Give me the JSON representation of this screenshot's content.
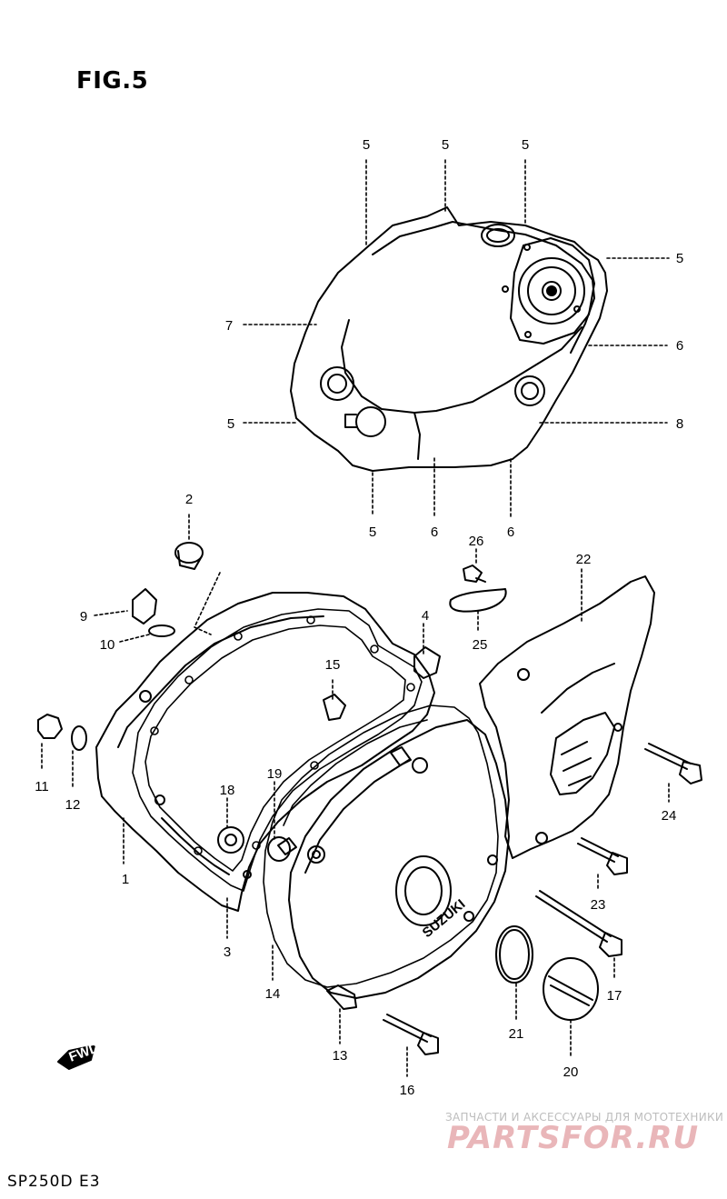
{
  "figure": {
    "title": "FIG.5",
    "model_code": "SP250D E3"
  },
  "callouts": [
    {
      "id": "c5a",
      "label": "5"
    },
    {
      "id": "c5b",
      "label": "5"
    },
    {
      "id": "c5c",
      "label": "5"
    },
    {
      "id": "c5d",
      "label": "5"
    },
    {
      "id": "c7",
      "label": "7"
    },
    {
      "id": "c6a",
      "label": "6"
    },
    {
      "id": "c5e",
      "label": "5"
    },
    {
      "id": "c8",
      "label": "8"
    },
    {
      "id": "c5f",
      "label": "5"
    },
    {
      "id": "c6b",
      "label": "6"
    },
    {
      "id": "c6c",
      "label": "6"
    },
    {
      "id": "c2",
      "label": "2"
    },
    {
      "id": "c26",
      "label": "26"
    },
    {
      "id": "c22",
      "label": "22"
    },
    {
      "id": "c9",
      "label": "9"
    },
    {
      "id": "c10",
      "label": "10"
    },
    {
      "id": "c4",
      "label": "4"
    },
    {
      "id": "c25",
      "label": "25"
    },
    {
      "id": "c15",
      "label": "15"
    },
    {
      "id": "c11",
      "label": "11"
    },
    {
      "id": "c12",
      "label": "12"
    },
    {
      "id": "c18",
      "label": "18"
    },
    {
      "id": "c19",
      "label": "19"
    },
    {
      "id": "c24",
      "label": "24"
    },
    {
      "id": "c1",
      "label": "1"
    },
    {
      "id": "c3",
      "label": "3"
    },
    {
      "id": "c23",
      "label": "23"
    },
    {
      "id": "c14",
      "label": "14"
    },
    {
      "id": "c17",
      "label": "17"
    },
    {
      "id": "c21",
      "label": "21"
    },
    {
      "id": "c13",
      "label": "13"
    },
    {
      "id": "c16",
      "label": "16"
    },
    {
      "id": "c20",
      "label": "20"
    }
  ],
  "cover_logo_text": "SUZUKI",
  "fwd_arrow_text": "FWD",
  "watermark": {
    "line1": "ЗАПЧАСТИ И АКСЕССУАРЫ ДЛЯ МОТОТЕХНИКИ",
    "line2": "PARTSFOR.RU"
  }
}
